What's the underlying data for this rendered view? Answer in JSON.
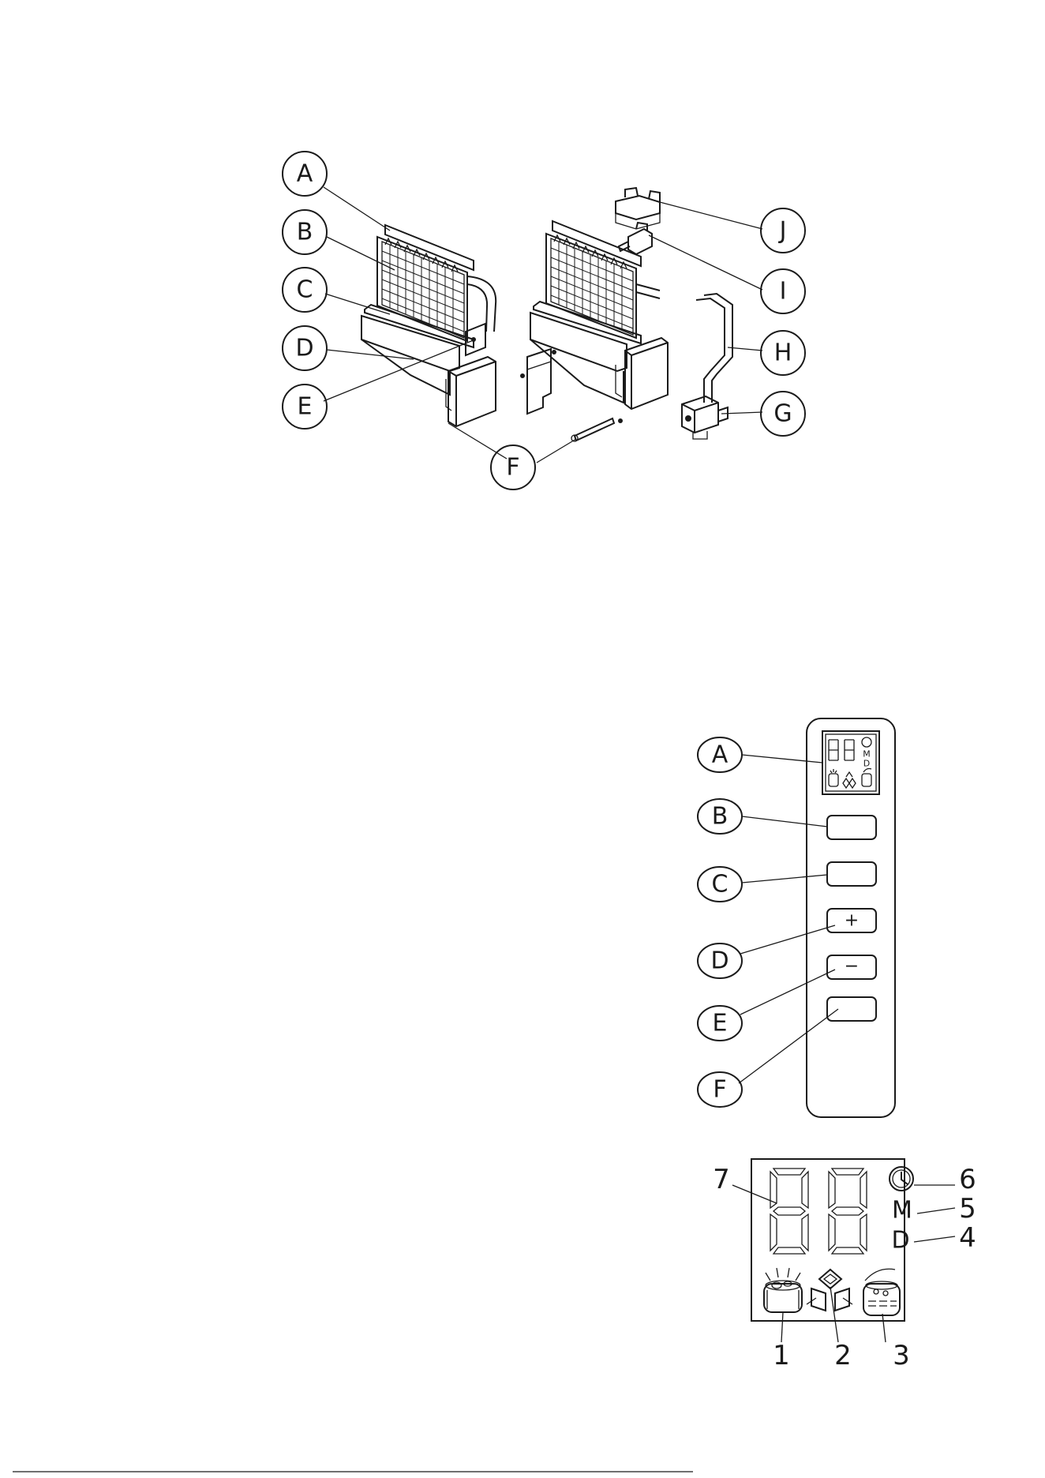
{
  "figure1": {
    "callouts": [
      "A",
      "B",
      "C",
      "D",
      "E",
      "F",
      "G",
      "H",
      "I",
      "J"
    ]
  },
  "figure2": {
    "callouts": [
      "A",
      "B",
      "C",
      "D",
      "E",
      "F"
    ],
    "button_symbols": {
      "plus": "+",
      "minus": "−"
    },
    "mini_display": {
      "clock_letter": "",
      "m": "M",
      "d": "D"
    }
  },
  "figure3": {
    "letters": {
      "m": "M",
      "d": "D"
    },
    "callouts": [
      "1",
      "2",
      "3",
      "4",
      "5",
      "6",
      "7"
    ]
  }
}
